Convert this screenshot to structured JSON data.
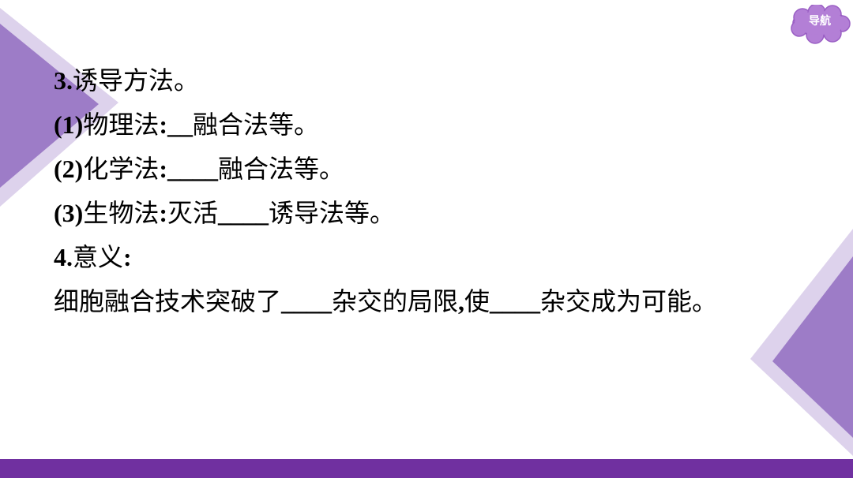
{
  "nav": {
    "label": "导航"
  },
  "lines": [
    {
      "prefix": "3.",
      "text": "诱导方法。"
    },
    {
      "prefix": "(1)",
      "text1": "物理法",
      "colon": ":",
      "blank": "__",
      "text2": "融合法等。"
    },
    {
      "prefix": "(2)",
      "text1": "化学法",
      "colon": ":",
      "blank": "____",
      "text2": "融合法等。"
    },
    {
      "prefix": "(3)",
      "text1": "生物法",
      "colon": ":",
      "text1b": "灭活",
      "blank": "____",
      "text2": "诱导法等。"
    },
    {
      "prefix": "4.",
      "text": "意义",
      "colon": ":"
    },
    {
      "text1": "细胞融合技术突破了",
      "blank1": "____",
      "text2": "杂交的局限",
      "comma": ",",
      "text3": "使",
      "blank2": "____",
      "text4": "杂交成为可能。"
    }
  ],
  "colors": {
    "accent_purple": "#7030a0",
    "light_purple": "#c9b6e2",
    "mid_purple": "#9d7cc7",
    "badge_fill": "#b37fd6"
  }
}
